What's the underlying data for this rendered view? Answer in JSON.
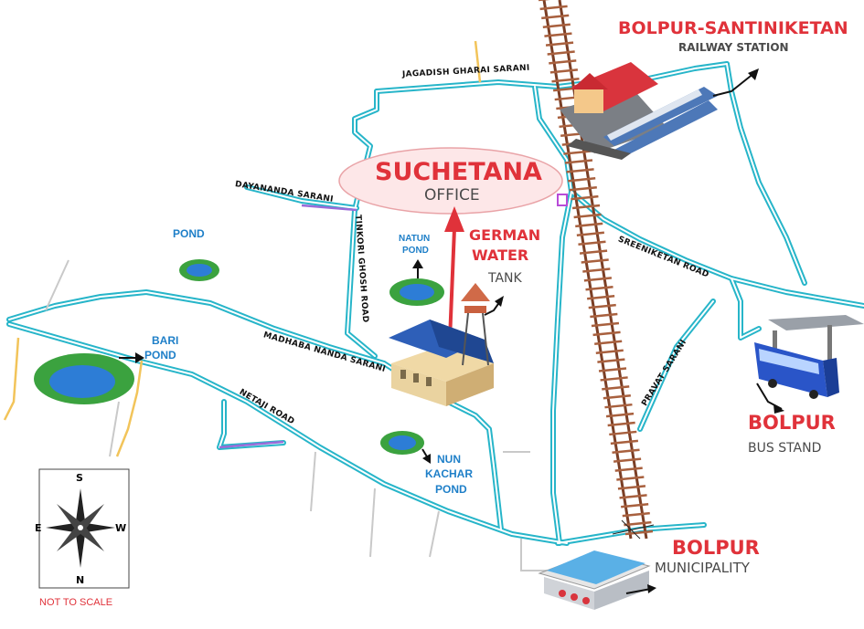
{
  "destination": {
    "name": "SUCHETANA",
    "sub": "OFFICE"
  },
  "landmarks": {
    "station": {
      "name": "BOLPUR-SANTINIKETAN",
      "sub": "RAILWAY STATION"
    },
    "bus": {
      "name": "BOLPUR",
      "sub": "BUS STAND"
    },
    "municipality": {
      "name": "BOLPUR",
      "sub": "MUNICIPALITY"
    },
    "tank": {
      "line1": "GERMAN",
      "line2": "WATER",
      "line3": "TANK"
    }
  },
  "roads": {
    "jagadish": "JAGADISH GHARAI SARANI",
    "dayananda": "DAYANANDA SARANI",
    "tinkori": "TINKORI GHOSH ROAD",
    "madhaba": "MADHABA NANDA SARANI",
    "netaji": "NETAJI ROAD",
    "sreeniketan": "SREENIKETAN ROAD",
    "pravat": "PRAVAT SARANI"
  },
  "ponds": {
    "pond": "POND",
    "natun1": "NATUN",
    "natun2": "POND",
    "bari1": "BARI",
    "bari2": "POND",
    "nun1": "NUN",
    "nun2": "KACHAR",
    "nun3": "POND"
  },
  "compass": {
    "top": "S",
    "bottom": "N",
    "left": "E",
    "right": "W"
  },
  "scale_note": "NOT TO SCALE",
  "colors": {
    "road_outer": "#27b5c9",
    "road_inner": "#ffffff",
    "accent_red": "#e0323a",
    "pond_blue": "#1e7fc8",
    "rail_brown": "#8a4a2e"
  }
}
